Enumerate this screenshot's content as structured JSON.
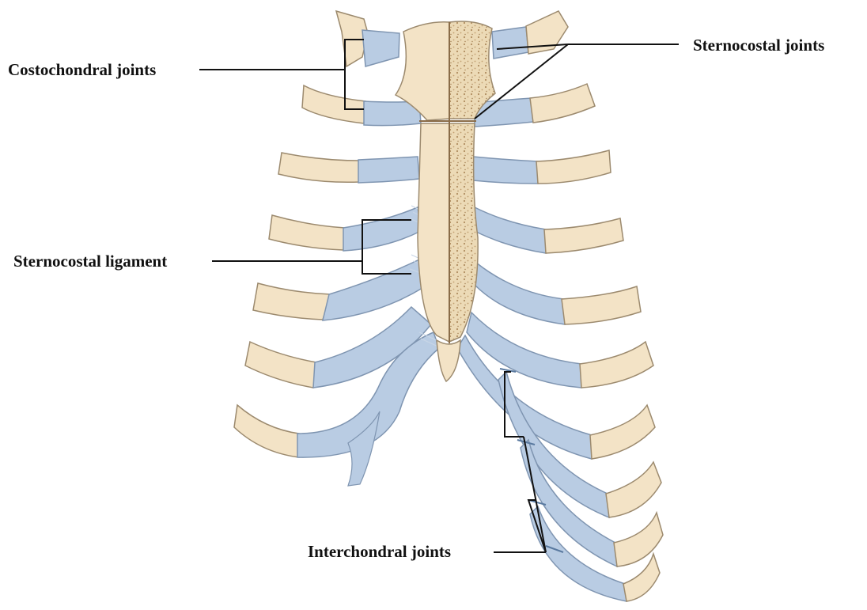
{
  "labels": {
    "costochondral_joints": "Costochondral joints",
    "sternocostal_joints": "Sternocostal joints",
    "sternocostal_ligament": "Sternocostal ligament",
    "interchondral_joints": "Interchondral joints"
  },
  "colors": {
    "bone": "#f3e3c6",
    "bone_outline": "#9c8a6e",
    "cartilage": "#b9cce3",
    "cartilage_outline": "#7f95b1",
    "cut_bone": "#e8d4ad",
    "cut_dot": "#a8865a",
    "leader_line": "#111111"
  }
}
